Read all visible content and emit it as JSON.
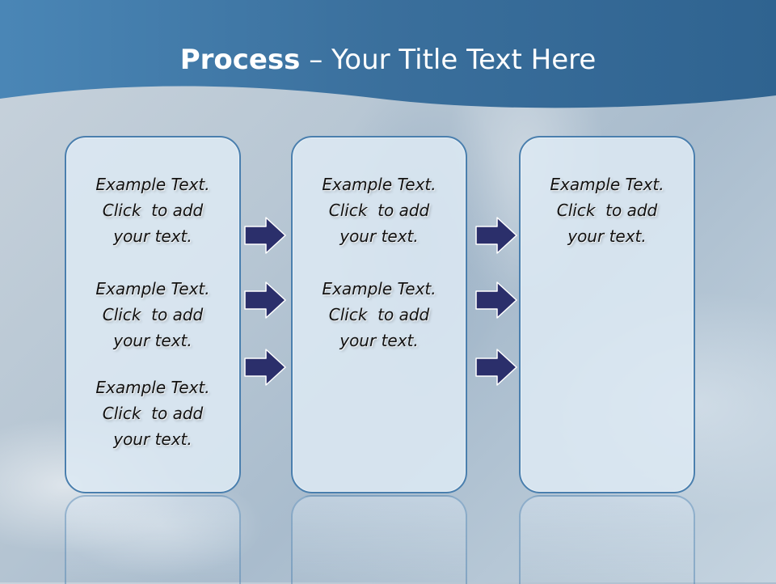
{
  "slide": {
    "title_bold": "Process",
    "title_rest": " – Your Title Text Here"
  },
  "columns": [
    {
      "items": [
        {
          "line1": "Example Text.",
          "line2": "Click  to add",
          "line3": "your text."
        },
        {
          "line1": "Example Text.",
          "line2": "Click  to add",
          "line3": "your text."
        },
        {
          "line1": "Example Text.",
          "line2": "Click  to add",
          "line3": "your text."
        }
      ]
    },
    {
      "items": [
        {
          "line1": "Example Text.",
          "line2": "Click  to add",
          "line3": "your text."
        },
        {
          "line1": "Example Text.",
          "line2": "Click  to add",
          "line3": "your text."
        }
      ]
    },
    {
      "items": [
        {
          "line1": "Example Text.",
          "line2": "Click  to add",
          "line3": "your text."
        }
      ]
    }
  ],
  "colors": {
    "header": "#3e74a0",
    "arrow_fill": "#2b2f6b",
    "box_border": "#4a7fae"
  },
  "icons": {
    "arrow": "arrow-right-icon"
  }
}
